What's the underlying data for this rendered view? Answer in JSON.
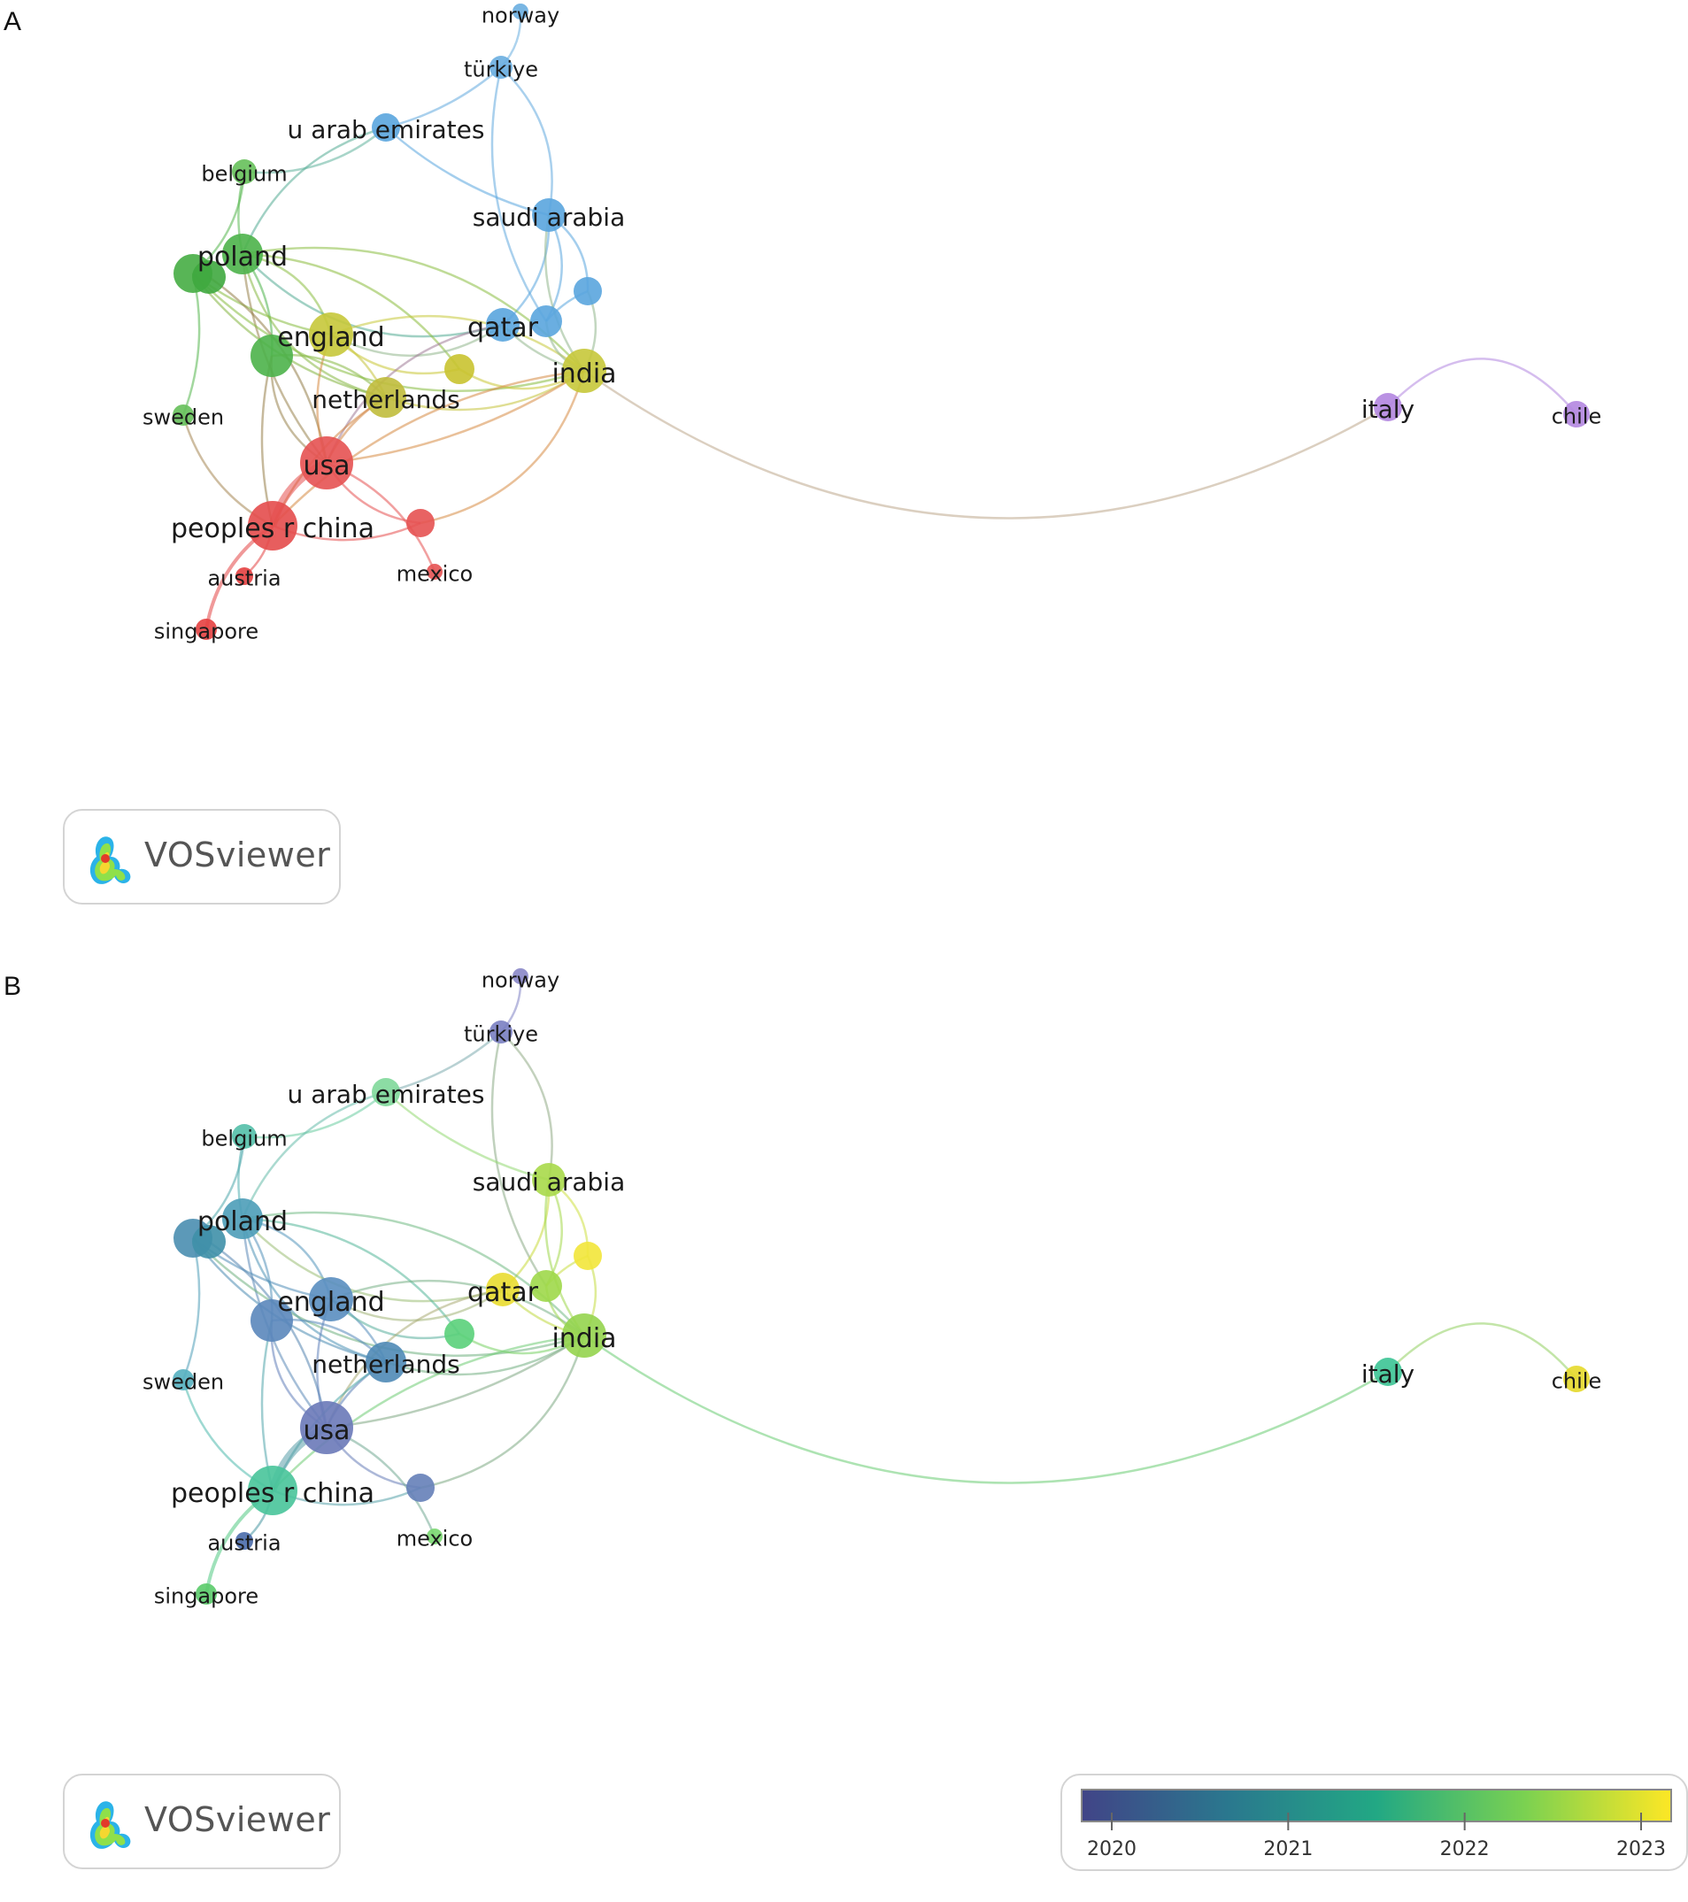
{
  "panels": [
    {
      "id": "A",
      "letter": "A",
      "badge_text": "VOSviewer",
      "coloring": "cluster"
    },
    {
      "id": "B",
      "letter": "B",
      "badge_text": "VOSviewer",
      "coloring": "year",
      "legend": {
        "min": 2020,
        "max": 2023,
        "ticks": [
          "2020",
          "2021",
          "2022",
          "2023"
        ],
        "colors": [
          "#414487",
          "#2a788e",
          "#22a884",
          "#7ad151",
          "#fde725"
        ]
      }
    }
  ],
  "network": {
    "nodes": [
      {
        "id": "norway",
        "label": "norway",
        "cluster_color": "#6aaee0",
        "year_color": "#8a87c8"
      },
      {
        "id": "turkiye",
        "label": "türkiye",
        "cluster_color": "#6aaee0",
        "year_color": "#7a7fc2"
      },
      {
        "id": "uae",
        "label": "u arab emirates",
        "cluster_color": "#5aa5de",
        "year_color": "#7fd89a"
      },
      {
        "id": "belgium",
        "label": "belgium",
        "cluster_color": "#66c05a",
        "year_color": "#53bfa8"
      },
      {
        "id": "saudi",
        "label": "saudi arabia",
        "cluster_color": "#5aa5de",
        "year_color": "#a9d94a"
      },
      {
        "id": "poland",
        "label": "poland",
        "cluster_color": "#4cb34a",
        "year_color": "#4d9db8"
      },
      {
        "id": "poland2",
        "label": "",
        "cluster_color": "#46ad44",
        "year_color": "#4a8eb0"
      },
      {
        "id": "poland3",
        "label": "",
        "cluster_color": "#3fa83f",
        "year_color": "#3f90a8"
      },
      {
        "id": "blue_small",
        "label": "",
        "cluster_color": "#5aa5de",
        "year_color": "#f2e63a"
      },
      {
        "id": "qatar",
        "label": "qatar",
        "cluster_color": "#5aa5de",
        "year_color": "#e9dc30"
      },
      {
        "id": "qatar2",
        "label": "",
        "cluster_color": "#5aa5de",
        "year_color": "#9fd84a"
      },
      {
        "id": "england",
        "label": "england",
        "cluster_color": "#c7c83a",
        "year_color": "#5a8ec0"
      },
      {
        "id": "green_eng",
        "label": "",
        "cluster_color": "#4cb34a",
        "year_color": "#5b87bb"
      },
      {
        "id": "yellow_mid",
        "label": "",
        "cluster_color": "#c9c330",
        "year_color": "#5ad07a"
      },
      {
        "id": "india",
        "label": "india",
        "cluster_color": "#c7c83a",
        "year_color": "#95d44e"
      },
      {
        "id": "netherlands",
        "label": "netherlands",
        "cluster_color": "#c0bd3c",
        "year_color": "#4f8ab6"
      },
      {
        "id": "sweden",
        "label": "sweden",
        "cluster_color": "#66c05a",
        "year_color": "#55b0c0"
      },
      {
        "id": "usa",
        "label": "usa",
        "cluster_color": "#e65252",
        "year_color": "#6a79b8"
      },
      {
        "id": "china",
        "label": "peoples r china",
        "cluster_color": "#e44c4c",
        "year_color": "#48c49a"
      },
      {
        "id": "red_mid",
        "label": "",
        "cluster_color": "#e65252",
        "year_color": "#6580b8"
      },
      {
        "id": "austria",
        "label": "austria",
        "cluster_color": "#e44040",
        "year_color": "#4a6cab"
      },
      {
        "id": "mexico",
        "label": "mexico",
        "cluster_color": "#e65252",
        "year_color": "#7ad870"
      },
      {
        "id": "singapore",
        "label": "singapore",
        "cluster_color": "#e44040",
        "year_color": "#5acb6a"
      },
      {
        "id": "italy",
        "label": "italy",
        "cluster_color": "#b386e0",
        "year_color": "#3cc495"
      },
      {
        "id": "chile",
        "label": "chile",
        "cluster_color": "#b386e0",
        "year_color": "#e6d92a"
      }
    ],
    "links": [
      [
        "norway",
        "turkiye"
      ],
      [
        "turkiye",
        "uae"
      ],
      [
        "turkiye",
        "saudi"
      ],
      [
        "turkiye",
        "qatar2"
      ],
      [
        "uae",
        "belgium"
      ],
      [
        "uae",
        "saudi"
      ],
      [
        "uae",
        "poland"
      ],
      [
        "belgium",
        "poland"
      ],
      [
        "belgium",
        "poland2"
      ],
      [
        "saudi",
        "qatar"
      ],
      [
        "saudi",
        "qatar2"
      ],
      [
        "saudi",
        "blue_small"
      ],
      [
        "saudi",
        "india"
      ],
      [
        "poland",
        "england"
      ],
      [
        "poland",
        "green_eng"
      ],
      [
        "poland",
        "netherlands"
      ],
      [
        "poland",
        "qatar"
      ],
      [
        "poland",
        "india"
      ],
      [
        "poland",
        "usa"
      ],
      [
        "poland",
        "yellow_mid"
      ],
      [
        "poland2",
        "sweden"
      ],
      [
        "poland2",
        "england"
      ],
      [
        "poland2",
        "netherlands"
      ],
      [
        "poland2",
        "india"
      ],
      [
        "poland3",
        "usa"
      ],
      [
        "england",
        "qatar"
      ],
      [
        "england",
        "india"
      ],
      [
        "england",
        "netherlands"
      ],
      [
        "england",
        "usa"
      ],
      [
        "england",
        "yellow_mid"
      ],
      [
        "green_eng",
        "usa"
      ],
      [
        "green_eng",
        "china"
      ],
      [
        "green_eng",
        "netherlands"
      ],
      [
        "qatar",
        "india"
      ],
      [
        "qatar",
        "usa"
      ],
      [
        "qatar2",
        "india"
      ],
      [
        "qatar2",
        "blue_small"
      ],
      [
        "blue_small",
        "india"
      ],
      [
        "netherlands",
        "india"
      ],
      [
        "netherlands",
        "usa"
      ],
      [
        "netherlands",
        "china"
      ],
      [
        "yellow_mid",
        "india"
      ],
      [
        "sweden",
        "china"
      ],
      [
        "usa",
        "china"
      ],
      [
        "usa",
        "red_mid"
      ],
      [
        "usa",
        "india"
      ],
      [
        "usa",
        "mexico"
      ],
      [
        "china",
        "austria"
      ],
      [
        "china",
        "singapore"
      ],
      [
        "china",
        "red_mid"
      ],
      [
        "china",
        "india"
      ],
      [
        "red_mid",
        "india"
      ],
      [
        "india",
        "italy"
      ],
      [
        "italy",
        "chile"
      ]
    ]
  }
}
